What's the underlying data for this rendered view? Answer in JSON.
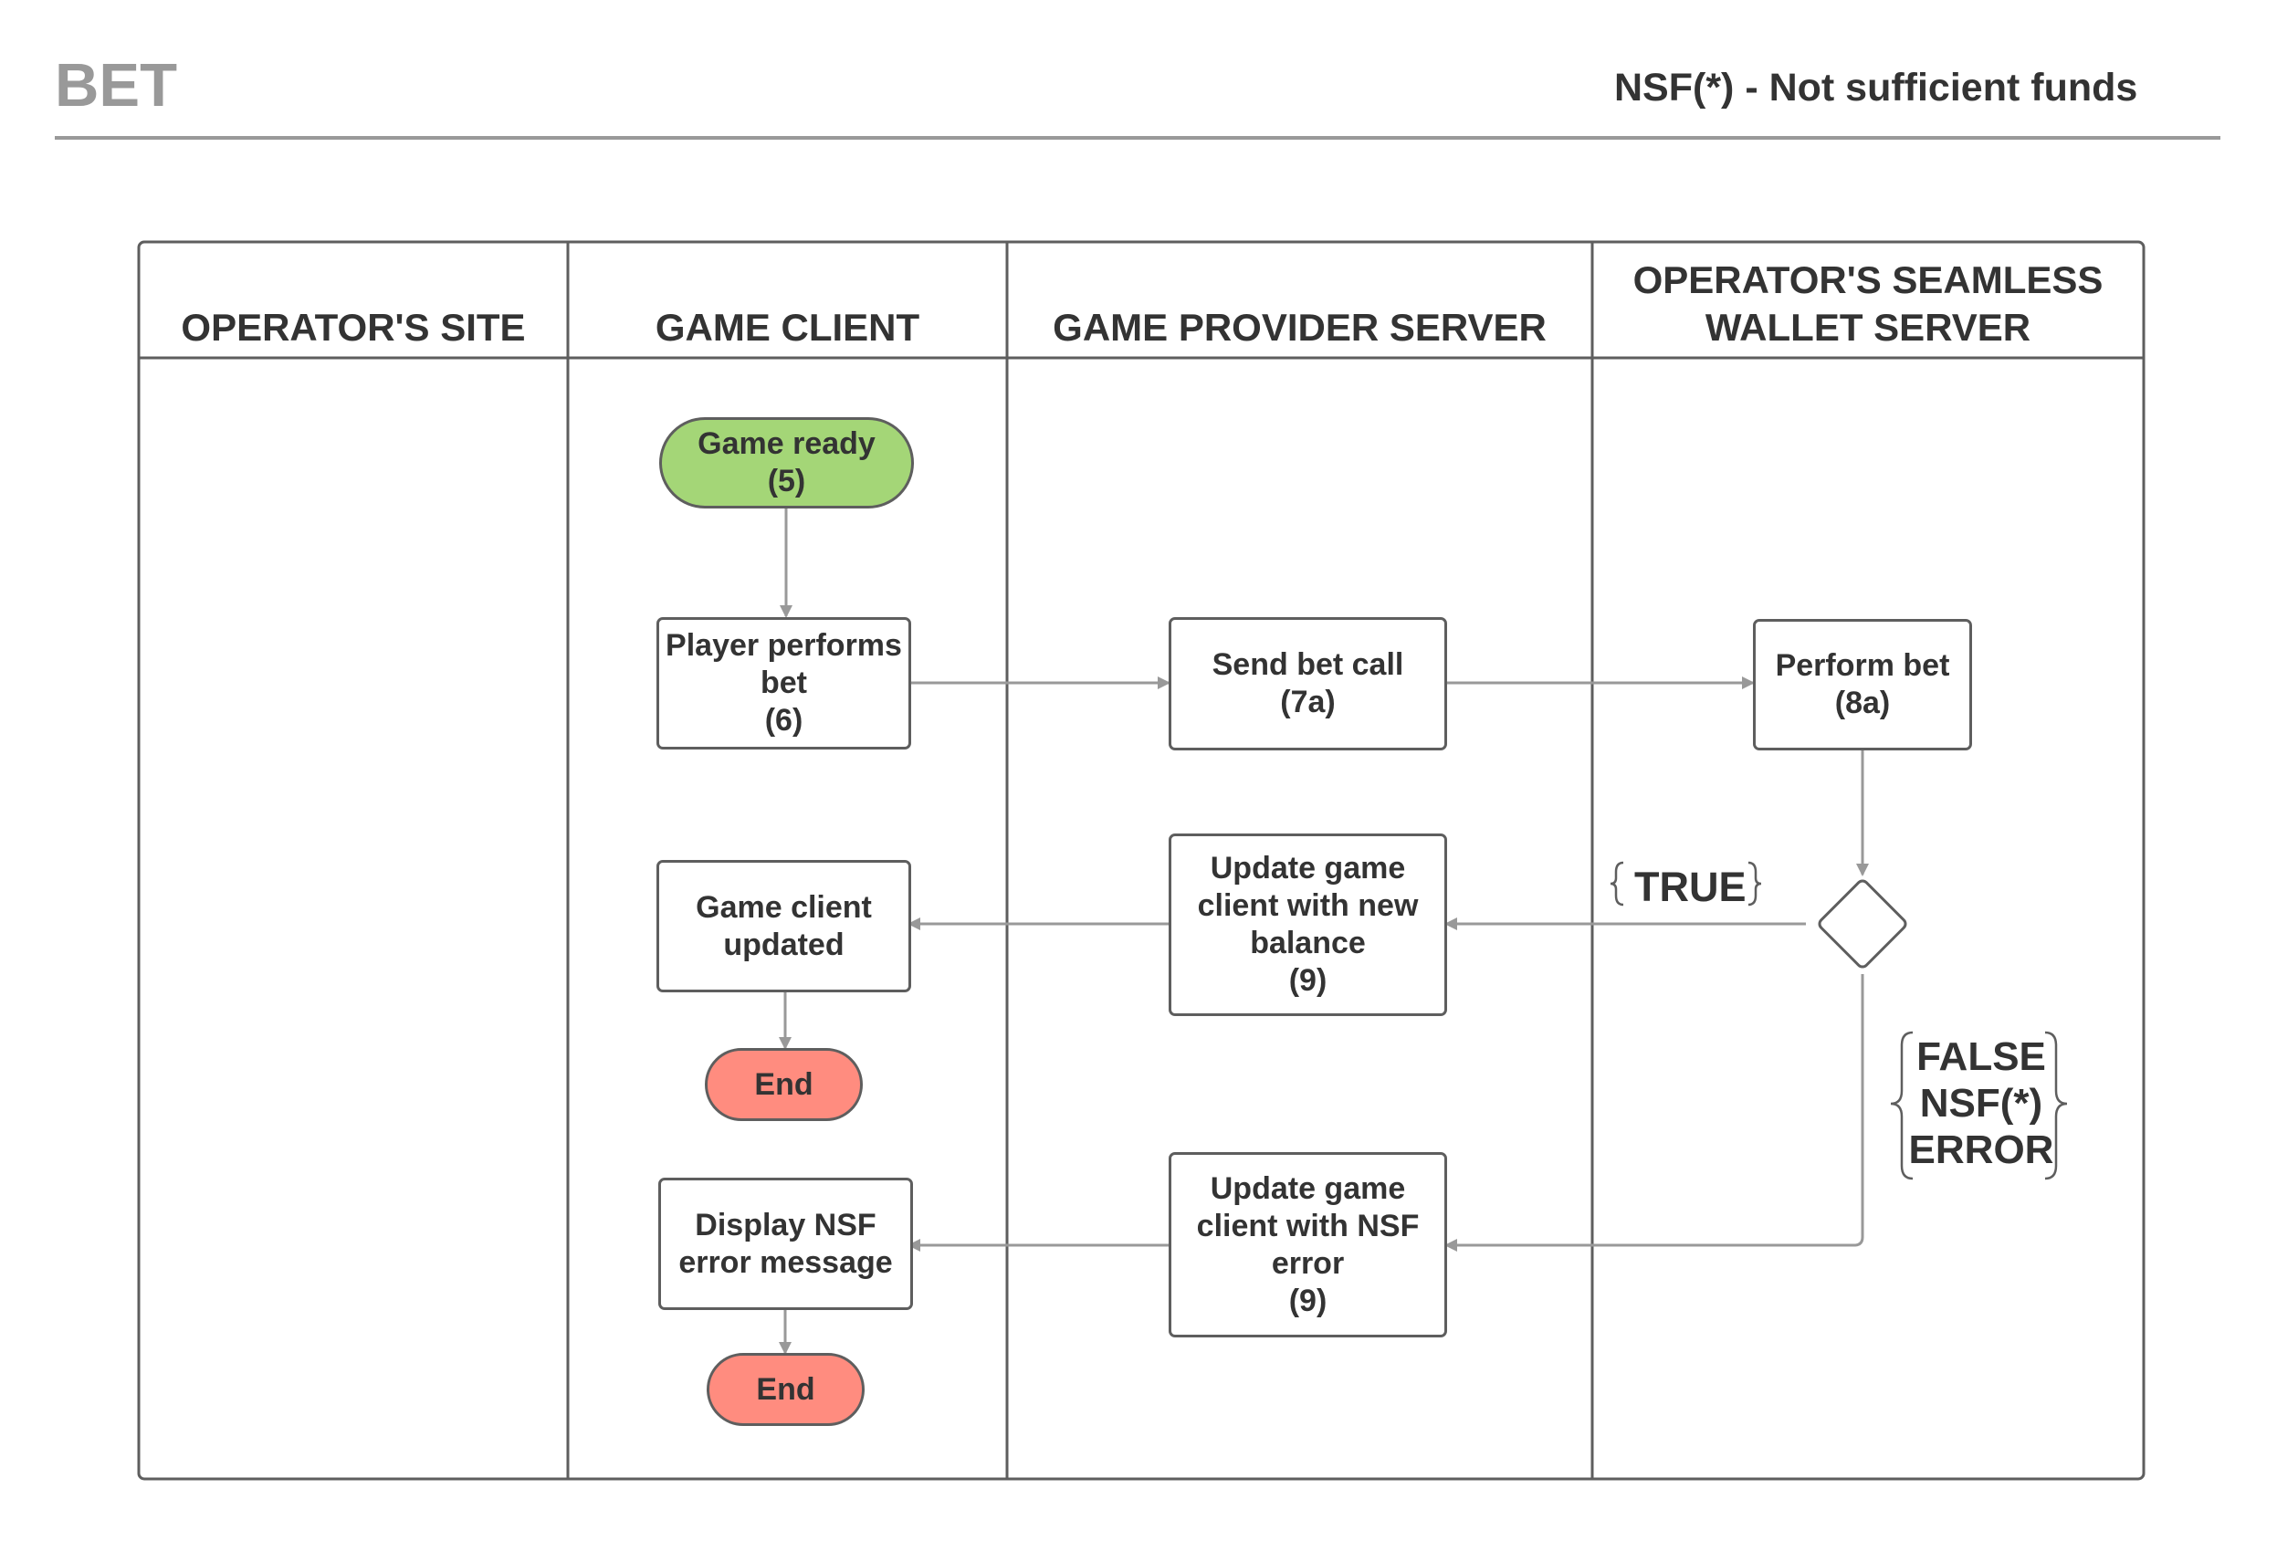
{
  "header": {
    "title": "BET",
    "subtitle": "NSF(*) - Not sufficient funds"
  },
  "lanes": [
    {
      "id": "operator-site",
      "label": "OPERATOR'S SITE"
    },
    {
      "id": "game-client",
      "label": "GAME CLIENT"
    },
    {
      "id": "game-provider-server",
      "label": "GAME PROVIDER SERVER"
    },
    {
      "id": "wallet-server",
      "label": "OPERATOR'S SEAMLESS\nWALLET SERVER"
    }
  ],
  "nodes": {
    "game_ready": "Game ready\n(5)",
    "player_performs_bet": "Player performs\nbet\n(6)",
    "send_bet_call": "Send bet call\n(7a)",
    "perform_bet": "Perform bet\n(8a)",
    "update_new_balance": "Update game\nclient with new\nbalance\n(9)",
    "game_client_updated": "Game client\nupdated",
    "end_1": "End",
    "update_nsf_error": "Update game\nclient with NSF\nerror\n(9)",
    "display_nsf_error": "Display NSF\nerror message",
    "end_2": "End"
  },
  "decision_labels": {
    "true_label": "TRUE",
    "false_label": "FALSE\nNSF(*)\nERROR"
  },
  "colors": {
    "start": "#a4d677",
    "end": "#ff8c7f",
    "border": "#5e5e5e",
    "connector": "#999999",
    "title_gray": "#999999"
  }
}
